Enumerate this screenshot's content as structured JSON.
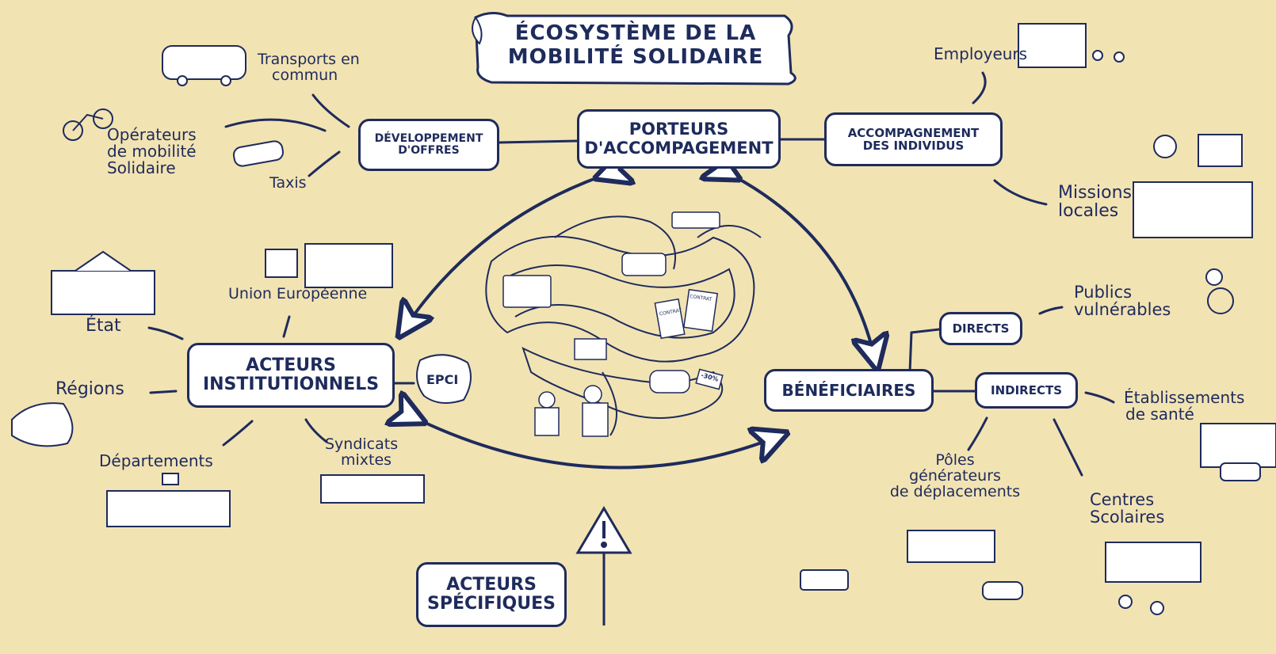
{
  "title": {
    "line1": "ÉCOSYSTÈME DE LA",
    "line2": "MOBILITÉ SOLIDAIRE"
  },
  "boxes": {
    "porteurs": [
      "PORTEURS",
      "D'ACCOMPAGEMENT"
    ],
    "developpement": [
      "DÉVELOPPEMENT",
      "D'OFFRES"
    ],
    "accompagnement": [
      "ACCOMPAGNEMENT",
      "DES INDIVIDUS"
    ],
    "acteurs_institutionnels": [
      "ACTEURS",
      "INSTITUTIONNELS"
    ],
    "beneficiaires": [
      "BÉNÉFICIAIRES"
    ],
    "directs": [
      "DIRECTS"
    ],
    "indirects": [
      "INDIRECTS"
    ],
    "acteurs_specifiques": [
      "ACTEURS",
      "SPÉCIFIQUES"
    ]
  },
  "labels": {
    "transports": [
      "Transports en",
      "commun"
    ],
    "operateurs": [
      "Opérateurs",
      "de mobilité",
      "Solidaire"
    ],
    "taxis": "Taxis",
    "employeurs": "Employeurs",
    "missions": [
      "Missions",
      "locales"
    ],
    "union": "Union Européenne",
    "etat": "État",
    "regions": "Régions",
    "departements": "Départements",
    "syndicats": [
      "Syndicats",
      "mixtes"
    ],
    "epci": "EPCI",
    "publics": [
      "Publics",
      "vulnérables"
    ],
    "etablissements": [
      "Établissements",
      "de santé"
    ],
    "poles": [
      "Pôles",
      "générateurs",
      "de déplacements"
    ],
    "centres": [
      "Centres",
      "Scolaires"
    ],
    "contrat1": "CONTRAT",
    "contrat2": "CONTRAT",
    "discount": "-30%"
  },
  "colors": {
    "background": "#f2e3b3",
    "ink": "#1e2b5c",
    "paper": "#ffffff"
  }
}
